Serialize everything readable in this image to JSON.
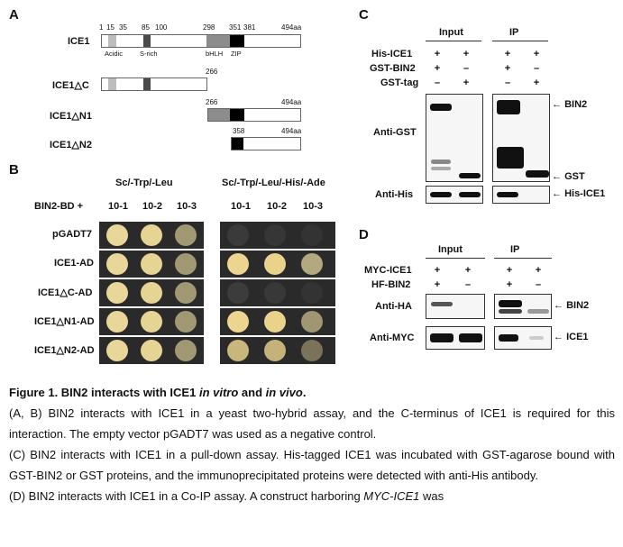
{
  "panel_a": {
    "letter": "A",
    "ice1": {
      "name": "ICE1",
      "ticks": [
        "1",
        "15",
        "35",
        "85",
        "100",
        "298",
        "351",
        "381",
        "494aa"
      ],
      "domains": [
        "Acidic",
        "S-rich",
        "bHLH",
        "ZIP"
      ]
    },
    "dc": {
      "name": "ICE1△C",
      "end": "266"
    },
    "dn1": {
      "name": "ICE1△N1",
      "start": "266",
      "end": "494aa"
    },
    "dn2": {
      "name": "ICE1△N2",
      "start": "358",
      "end": "494aa"
    }
  },
  "panel_b": {
    "letter": "B",
    "media1": "Sc/-Trp/-Leu",
    "media2": "Sc/-Trp/-Leu/-His/-Ade",
    "bait": "BIN2-BD +",
    "dil1": "10-1",
    "dil2": "10-2",
    "dil3": "10-3",
    "rows": [
      "pGADT7",
      "ICE1-AD",
      "ICE1△C-AD",
      "ICE1△N1-AD",
      "ICE1△N2-AD"
    ]
  },
  "panel_c": {
    "letter": "C",
    "input": "Input",
    "ip": "IP",
    "row1": "His-ICE1",
    "row2": "GST-BIN2",
    "row3": "GST-tag",
    "plus": "+",
    "minus": "–",
    "anti_gst": "Anti-GST",
    "anti_his": "Anti-His",
    "band_bin2": "BIN2",
    "band_gst": "GST",
    "band_his": "His-ICE1"
  },
  "panel_d": {
    "letter": "D",
    "input": "Input",
    "ip": "IP",
    "row1": "MYC-ICE1",
    "row2": "HF-BIN2",
    "plus": "+",
    "minus": "–",
    "anti_ha": "Anti-HA",
    "anti_myc": "Anti-MYC",
    "band_bin2": "BIN2",
    "band_ice1": "ICE1"
  },
  "caption": {
    "title_prefix": "Figure 1. BIN2 interacts with ICE1 ",
    "title_it1": "in vitro",
    "title_mid": " and ",
    "title_it2": "in vivo",
    "title_end": ".",
    "para1": "(A, B) BIN2 interacts with ICE1 in a yeast two-hybrid assay, and the C-terminus of ICE1 is required for this interaction. The empty vector pGADT7 was used as a negative control.",
    "para2": "(C) BIN2 interacts with ICE1 in a pull-down assay. His-tagged ICE1 was incubated with GST-agarose bound with GST-BIN2 or GST proteins, and the immunoprecipitated proteins were detected with anti-His antibody.",
    "para3_pre": "(D) BIN2 interacts with ICE1 in a Co-IP assay. A construct harboring ",
    "para3_it": "MYC-ICE1",
    "para3_post": " was"
  },
  "colors": {
    "acidic": "#bdbdbd",
    "srich": "#4a4a4a",
    "bhlh": "#8c8c8c",
    "zip": "#000000",
    "colony_yellow": "#e9d79a",
    "plate": "#2a2a2a"
  }
}
